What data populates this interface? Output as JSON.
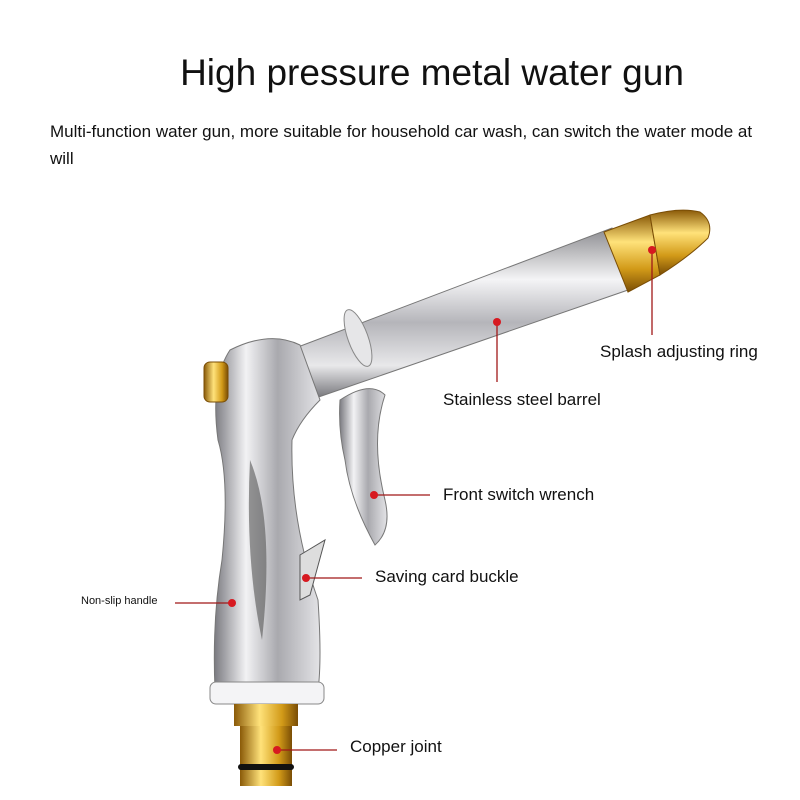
{
  "title": "High pressure metal water gun",
  "subtitle": "Multi-function water gun, more suitable for household car wash, can switch the water mode at will",
  "labels": {
    "splash_ring": "Splash adjusting ring",
    "barrel": "Stainless steel barrel",
    "front_switch": "Front switch wrench",
    "saving_buckle": "Saving card buckle",
    "handle": "Non-slip handle",
    "copper_joint": "Copper joint"
  },
  "colors": {
    "marker": "#d71920",
    "leader": "#a01818",
    "brass": "#d9a520",
    "steel": "#c8c8cc"
  }
}
